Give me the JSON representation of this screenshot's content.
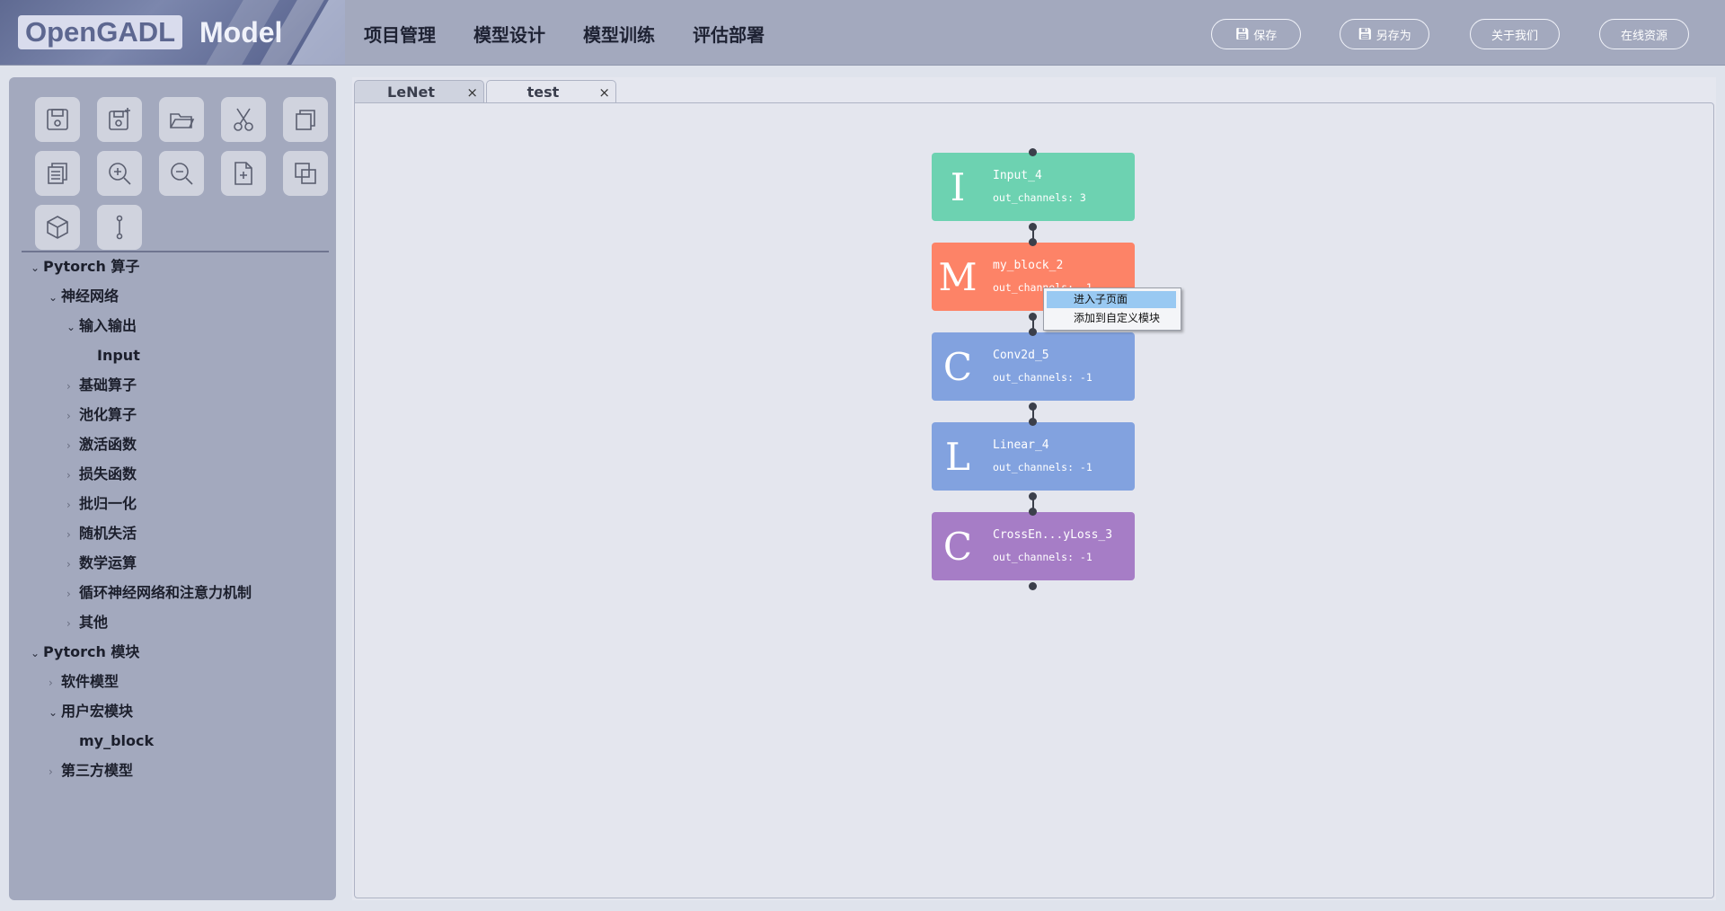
{
  "header": {
    "brand": "OpenGADL",
    "brand_suffix": "Model",
    "nav": [
      "项目管理",
      "模型设计",
      "模型训练",
      "评估部署"
    ],
    "buttons": {
      "save": "保存",
      "save_as": "另存为",
      "about": "关于我们",
      "online": "在线资源"
    }
  },
  "toolbar_icons": [
    "save-icon",
    "save-new-icon",
    "open-folder-icon",
    "cut-icon",
    "copy-icon",
    "paste-icon",
    "zoom-in-icon",
    "zoom-out-icon",
    "new-file-icon",
    "duplicate-icon",
    "cube-icon",
    "connector-icon"
  ],
  "tree": [
    {
      "label": "Pytorch 算子",
      "level": 0,
      "state": "open"
    },
    {
      "label": "神经网络",
      "level": 1,
      "state": "open"
    },
    {
      "label": "输入输出",
      "level": 2,
      "state": "open"
    },
    {
      "label": "Input",
      "level": 3,
      "state": "leaf"
    },
    {
      "label": "基础算子",
      "level": 2,
      "state": "closed"
    },
    {
      "label": "池化算子",
      "level": 2,
      "state": "closed"
    },
    {
      "label": "激活函数",
      "level": 2,
      "state": "closed"
    },
    {
      "label": "损失函数",
      "level": 2,
      "state": "closed"
    },
    {
      "label": "批归一化",
      "level": 2,
      "state": "closed"
    },
    {
      "label": "随机失活",
      "level": 2,
      "state": "closed"
    },
    {
      "label": "数学运算",
      "level": 2,
      "state": "closed"
    },
    {
      "label": "循环神经网络和注意力机制",
      "level": 2,
      "state": "closed"
    },
    {
      "label": "其他",
      "level": 2,
      "state": "closed"
    },
    {
      "label": "Pytorch 模块",
      "level": 0,
      "state": "open"
    },
    {
      "label": "软件模型",
      "level": 1,
      "state": "closed"
    },
    {
      "label": "用户宏模块",
      "level": 1,
      "state": "open"
    },
    {
      "label": "my_block",
      "level": 2,
      "state": "leaf"
    },
    {
      "label": "第三方模型",
      "level": 1,
      "state": "closed"
    }
  ],
  "tabs": [
    {
      "label": "LeNet",
      "close": "×",
      "active": false
    },
    {
      "label": "test",
      "close": "×",
      "active": true
    }
  ],
  "nodes": [
    {
      "letter": "I",
      "name": "Input_4",
      "prop": "out_channels: 3",
      "color": "#6dd2b1"
    },
    {
      "letter": "M",
      "name": "my_block_2",
      "prop": "out_channels: -1",
      "color": "#fd8367"
    },
    {
      "letter": "C",
      "name": "Conv2d_5",
      "prop": "out_channels: -1",
      "color": "#82a2df"
    },
    {
      "letter": "L",
      "name": "Linear_4",
      "prop": "out_channels: -1",
      "color": "#82a2df"
    },
    {
      "letter": "C",
      "name": "CrossEn...yLoss_3",
      "prop": "out_channels: -1",
      "color": "#a67dc6"
    }
  ],
  "context_menu": [
    "进入子页面",
    "添加到自定义模块"
  ]
}
